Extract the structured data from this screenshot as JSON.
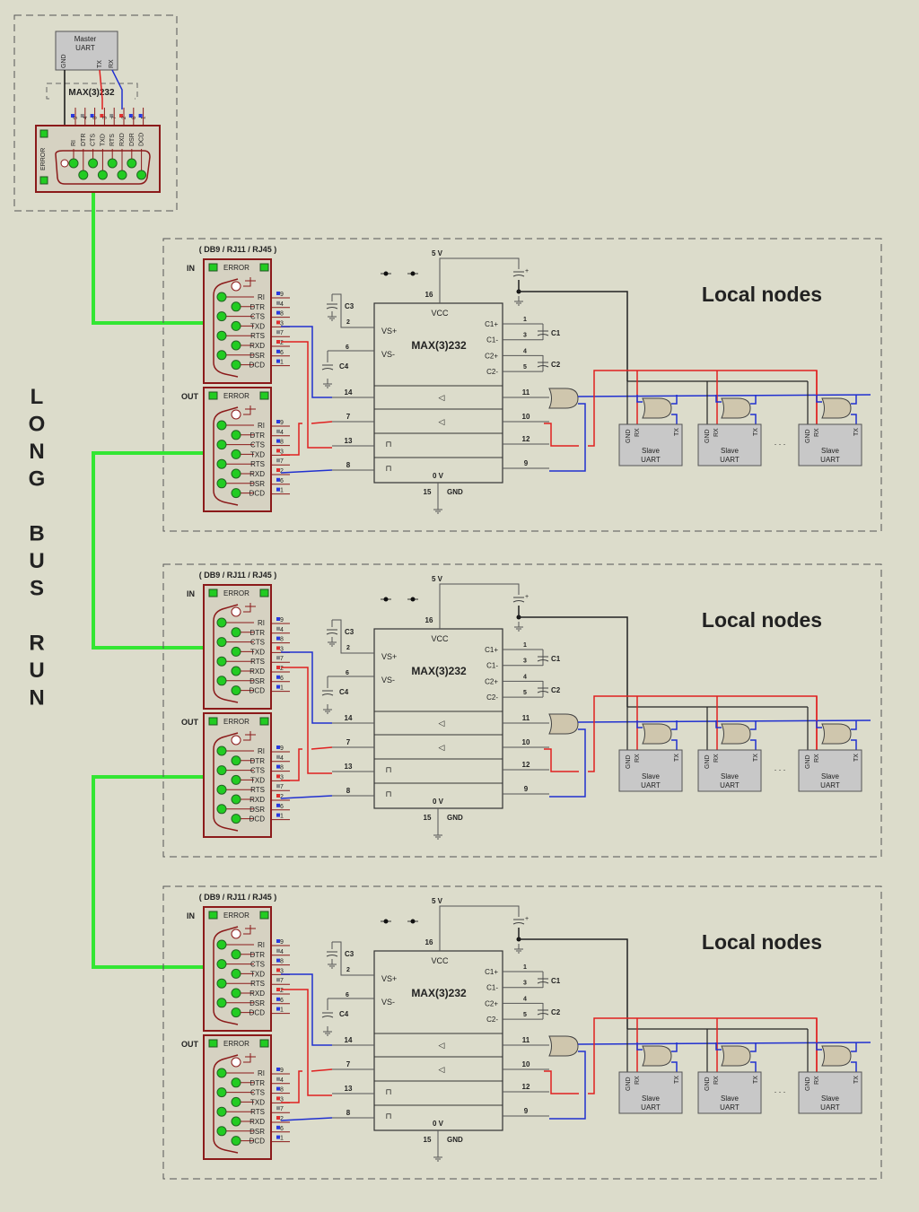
{
  "colors": {
    "background": "#dcdccb",
    "bus": "#33e633",
    "tx_wire": "#e02020",
    "rx_wire": "#2030d0",
    "connector_border": "#8b1a1a",
    "led": "#22cc22"
  },
  "master": {
    "uart_title": [
      "Master",
      "UART"
    ],
    "uart_pins": [
      "GND",
      "TX",
      "RX"
    ],
    "transceiver_label": "MAX(3)232"
  },
  "connector": {
    "error_label": "ERROR",
    "pins": [
      "RI",
      "DTR",
      "CTS",
      "TXD",
      "RTS",
      "RXD",
      "DSR",
      "DCD"
    ],
    "numbers": [
      "9",
      "4",
      "8",
      "3",
      "7",
      "2",
      "6",
      "1"
    ],
    "number_colors": [
      "#2a3ae0",
      "#888888",
      "#2a3ae0",
      "#e03030",
      "#888888",
      "#e03030",
      "#2a3ae0",
      "#2a3ae0"
    ]
  },
  "side_label": [
    "L",
    "O",
    "N",
    "G",
    "",
    "B",
    "U",
    "S",
    "",
    "R",
    "U",
    "N"
  ],
  "chip": {
    "name": "MAX(3)232",
    "vcc": "VCC",
    "supply": "5 V",
    "zero_v": "0 V",
    "gnd": "GND",
    "vcc_pin": "16",
    "gnd_pin": "15",
    "vs_labels": [
      "VS+",
      "VS-"
    ],
    "vs_pins": [
      "2",
      "6"
    ],
    "c_labels": [
      "C1+",
      "C1-",
      "C2+",
      "C2-"
    ],
    "c_pins": [
      "1",
      "3",
      "4",
      "5"
    ],
    "caps": [
      "C3",
      "C4",
      "C1",
      "C2"
    ],
    "left_pins": [
      "14",
      "7",
      "13",
      "8"
    ],
    "right_pins": [
      "11",
      "10",
      "12",
      "9"
    ]
  },
  "blocks": [
    {
      "connector_title": "( DB9 / RJ11 / RJ45 )",
      "in_label": "IN",
      "out_label": "OUT",
      "local_nodes": "Local nodes"
    },
    {
      "connector_title": "( DB9 / RJ11 / RJ45 )",
      "in_label": "IN",
      "out_label": "OUT",
      "local_nodes": "Local nodes"
    },
    {
      "connector_title": "( DB9 / RJ11 / RJ45 )",
      "in_label": "IN",
      "out_label": "OUT",
      "local_nodes": "Local nodes"
    }
  ],
  "slave": {
    "pins": [
      "GND",
      "RX",
      "TX"
    ],
    "title": [
      "Slave",
      "UART"
    ],
    "ellipsis": ". . ."
  }
}
